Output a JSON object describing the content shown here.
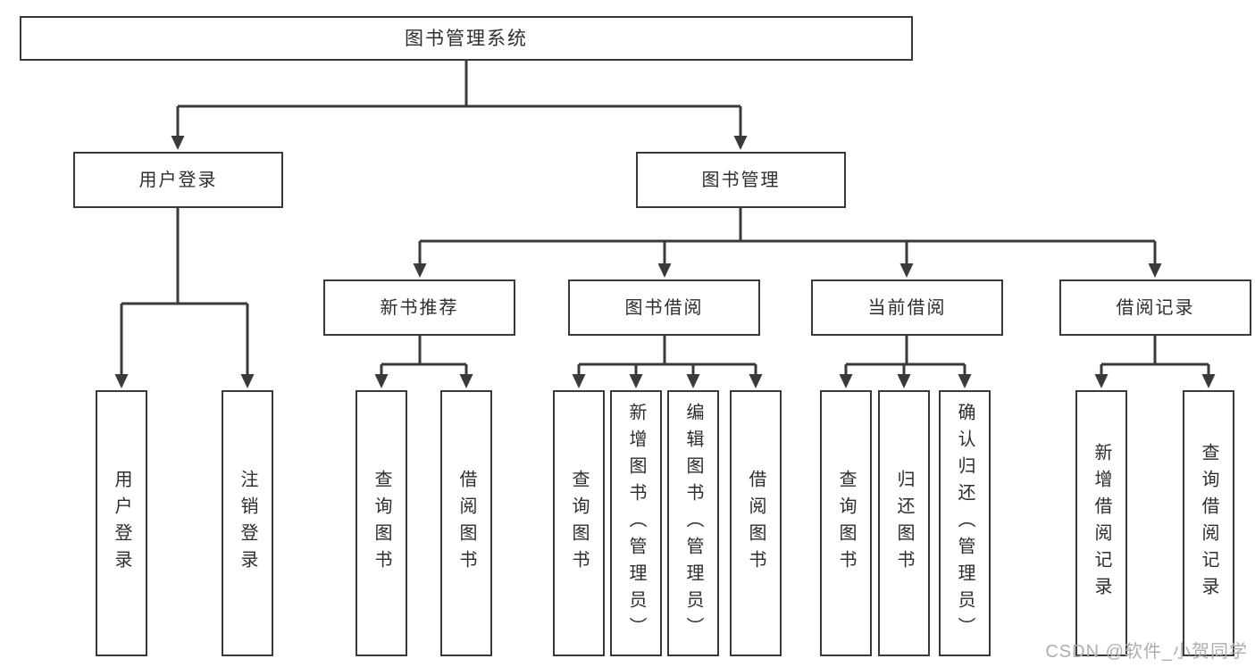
{
  "diagram": {
    "type": "hierarchy",
    "root": {
      "label": "图书管理系统"
    },
    "level2": [
      {
        "label": "用户登录",
        "parent": "图书管理系统"
      },
      {
        "label": "图书管理",
        "parent": "图书管理系统"
      }
    ],
    "level3": [
      {
        "label": "新书推荐",
        "parent": "图书管理"
      },
      {
        "label": "图书借阅",
        "parent": "图书管理"
      },
      {
        "label": "当前借阅",
        "parent": "图书管理"
      },
      {
        "label": "借阅记录",
        "parent": "图书管理"
      }
    ],
    "leaves": [
      {
        "label": "用户登录",
        "parent": "用户登录"
      },
      {
        "label": "注销登录",
        "parent": "用户登录"
      },
      {
        "label": "查询图书",
        "parent": "新书推荐"
      },
      {
        "label": "借阅图书",
        "parent": "新书推荐"
      },
      {
        "label": "查询图书",
        "parent": "图书借阅"
      },
      {
        "label": "新增图书（管理员）",
        "parent": "图书借阅"
      },
      {
        "label": "编辑图书（管理员）",
        "parent": "图书借阅"
      },
      {
        "label": "借阅图书",
        "parent": "图书借阅"
      },
      {
        "label": "查询图书",
        "parent": "当前借阅"
      },
      {
        "label": "归还图书",
        "parent": "当前借阅"
      },
      {
        "label": "确认归还（管理员）",
        "parent": "当前借阅"
      },
      {
        "label": "新增借阅记录",
        "parent": "借阅记录"
      },
      {
        "label": "查询借阅记录",
        "parent": "借阅记录"
      }
    ]
  },
  "watermark": {
    "text": "CSDN @软件_小贺同学",
    "color": "#aeaeae"
  },
  "colors": {
    "line": "#3a3a3a",
    "text": "#2d2d2d",
    "background": "#ffffff"
  }
}
